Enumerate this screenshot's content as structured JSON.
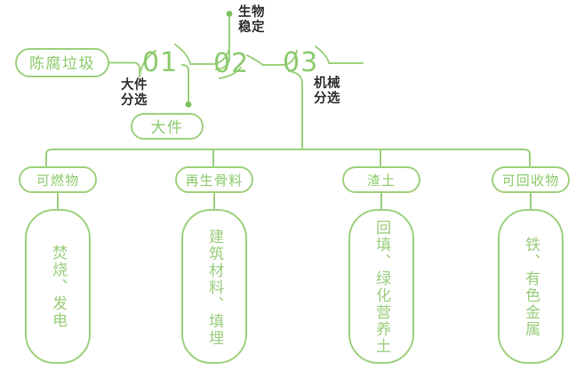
{
  "meta": {
    "title": "陈腐垃圾处理工艺流程图",
    "accent_green": "#8ccb6e",
    "line_green": "#9fd17f",
    "note_dark": "#2f2f2f",
    "background": "#ffffff"
  },
  "flow": {
    "source": {
      "label": "陈腐垃圾"
    },
    "steps": [
      {
        "number": "01",
        "note": "大件\n分选"
      },
      {
        "number": "02",
        "note": "生物\n稳定"
      },
      {
        "number": "03",
        "note": "机械\n分选"
      }
    ],
    "step_outputs": [
      {
        "label": "大件"
      }
    ]
  },
  "outputs": [
    {
      "category": "可燃物",
      "destination": "焚烧、发电"
    },
    {
      "category": "再生骨料",
      "destination": "建筑材料、填埋"
    },
    {
      "category": "渣土",
      "destination": "回填、绿化营养土"
    },
    {
      "category": "可回收物",
      "destination": "铁、有色金属"
    }
  ]
}
